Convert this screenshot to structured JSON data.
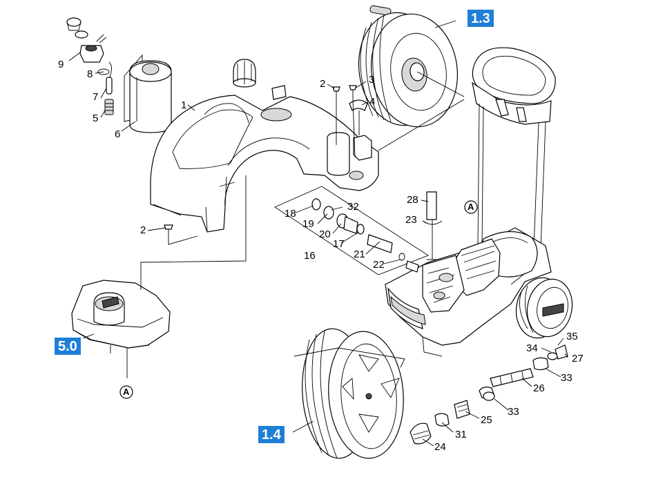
{
  "reference_boxes": [
    {
      "id": "ref-1-3",
      "text": "1.3"
    },
    {
      "id": "ref-1-4",
      "text": "1.4"
    },
    {
      "id": "ref-5-0",
      "text": "5.0"
    }
  ],
  "part_numbers": {
    "p1": "1",
    "p2a": "2",
    "p2b": "2",
    "p3": "3",
    "p4": "4",
    "p5": "5",
    "p6": "6",
    "p7": "7",
    "p8": "8",
    "p9": "9",
    "p16": "16",
    "p17": "17",
    "p18": "18",
    "p19": "19",
    "p20": "20",
    "p21": "21",
    "p22": "22",
    "p23": "23",
    "p24": "24",
    "p25": "25",
    "p26": "26",
    "p27": "27",
    "p28": "28",
    "p31": "31",
    "p32": "32",
    "p33a": "33",
    "p33b": "33",
    "p34": "34",
    "p35": "35"
  },
  "markers": {
    "a1": "A",
    "a2": "A"
  }
}
